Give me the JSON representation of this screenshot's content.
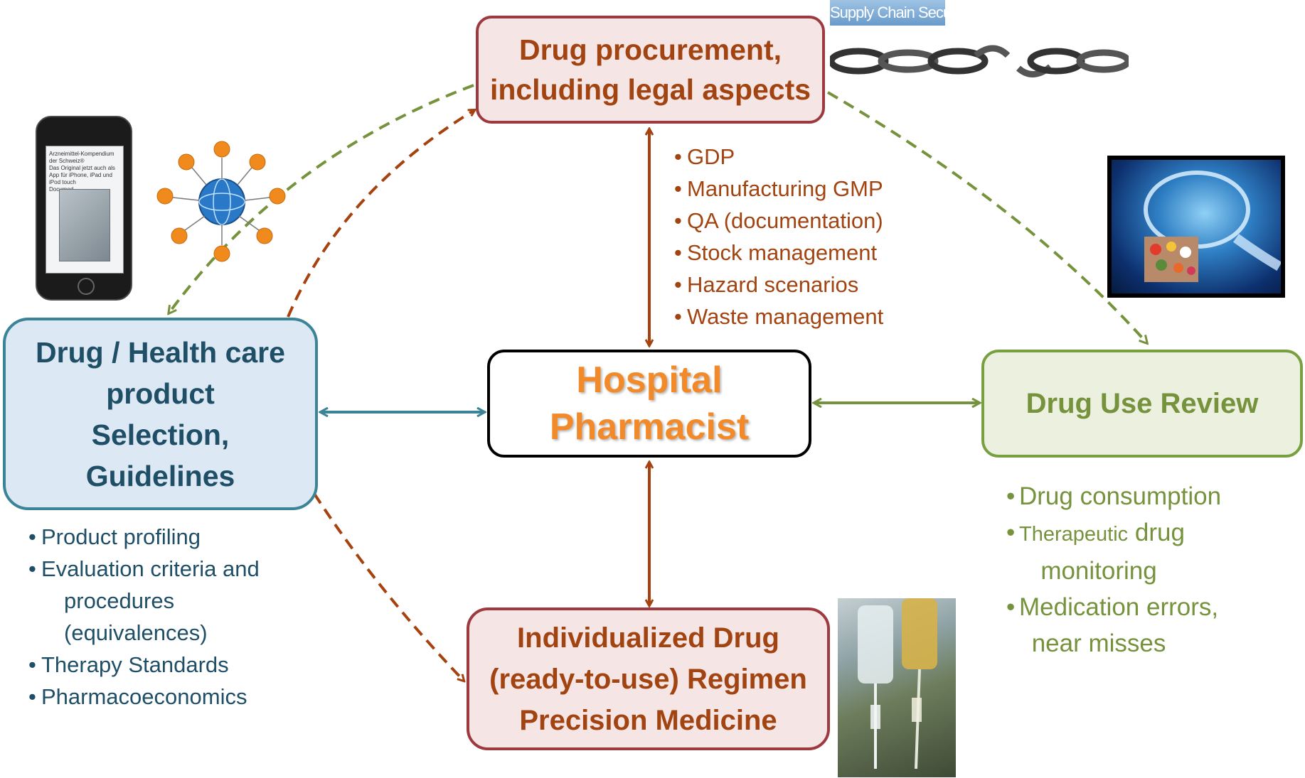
{
  "nodes": {
    "procurement": {
      "lines": [
        "Drug procurement,",
        "including legal aspects"
      ]
    },
    "selection": {
      "lines": [
        "Drug / Health care",
        "product",
        "Selection,",
        "Guidelines"
      ]
    },
    "pharmacist": {
      "lines": [
        "Hospital",
        "Pharmacist"
      ]
    },
    "review": {
      "lines": [
        "Drug Use Review"
      ]
    },
    "individualized": {
      "lines": [
        "Individualized Drug",
        "(ready-to-use) Regimen",
        "Precision Medicine"
      ]
    }
  },
  "lists": {
    "procurement": [
      "GDP",
      "Manufacturing GMP",
      "QA (documentation)",
      "Stock management",
      "Hazard scenarios",
      "Waste management"
    ],
    "selection": [
      {
        "line1": "Product profiling"
      },
      {
        "line1": "Evaluation criteria and",
        "line2": "procedures",
        "line3": "(equivalences)"
      },
      {
        "line1": "Therapy Standards"
      },
      {
        "line1": "Pharmacoeconomics"
      }
    ],
    "review": [
      {
        "line1": "Drug consumption"
      },
      {
        "line1a": "Therapeutic",
        "line1b": "drug",
        "line2": "monitoring"
      },
      {
        "line1": "Medication errors,",
        "line2": "near misses"
      }
    ]
  },
  "images": {
    "supply_chain_caption": "Supply Chain Security",
    "phone_screen_title": "Arzneimittel-Kompendium der Schweiz®",
    "phone_screen_body": "Das Original jetzt auch als App für iPhone, iPad und iPod touch",
    "phone_screen_brand": "Documed",
    "phone_icon": "smartphone-icon",
    "network_icon": "people-network-globe-icon",
    "magnifier_icon": "magnifying-glass-pills-icon",
    "chain_icon": "broken-chain-icon",
    "iv_icon": "iv-infusion-bag-icon"
  },
  "colors": {
    "procurement": "#a24411",
    "selection": "#1f4e67",
    "review": "#76923c",
    "pharmacist_text": "#f28a2a",
    "arrow_brown": "#a5420f",
    "arrow_blue": "#3b8497",
    "arrow_green": "#76923c"
  }
}
